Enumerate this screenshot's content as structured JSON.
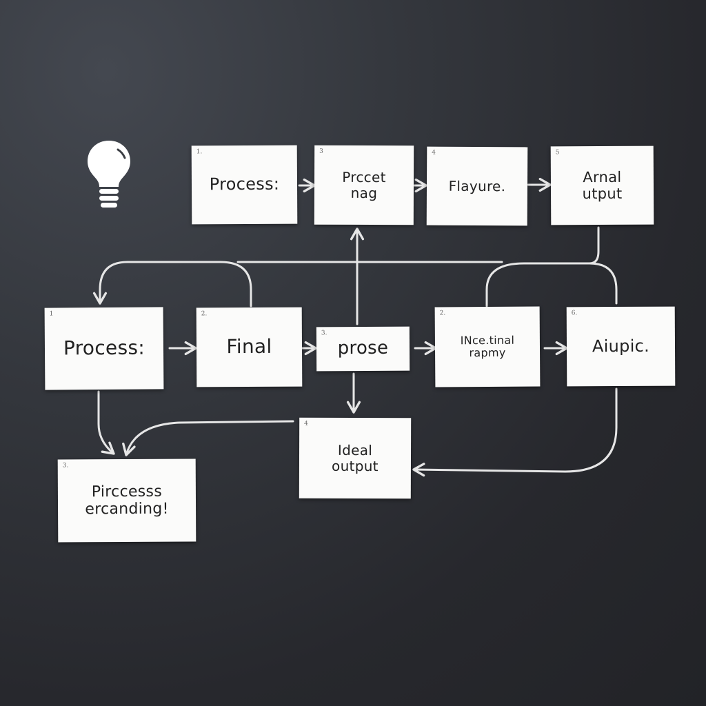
{
  "diagram": {
    "background_color": "#2a2b30",
    "card_color": "#fbfbfa",
    "connector_color": "#e6e6e6",
    "icon": "lightbulb-icon",
    "cards": {
      "top_1": {
        "num": "1.",
        "label": "Process:"
      },
      "top_2": {
        "num": "3",
        "label": "Prccet\n  nag"
      },
      "top_3": {
        "num": "4",
        "label": "Flayure."
      },
      "top_4": {
        "num": "5",
        "label": "Arnal\nutput"
      },
      "mid_1": {
        "num": "1",
        "label": "Process:"
      },
      "mid_2": {
        "num": "2.",
        "label": "Final"
      },
      "mid_3": {
        "num": "3.",
        "label": "prose"
      },
      "mid_4": {
        "num": "2.",
        "label": "INce.tinal\n  rapmy"
      },
      "mid_5": {
        "num": "6.",
        "label": "Aiupic."
      },
      "bot_1": {
        "num": "3.",
        "label": "Pirccesss\nercanding!"
      },
      "bot_2": {
        "num": "4",
        "label": "Ideal\noutput"
      }
    }
  }
}
